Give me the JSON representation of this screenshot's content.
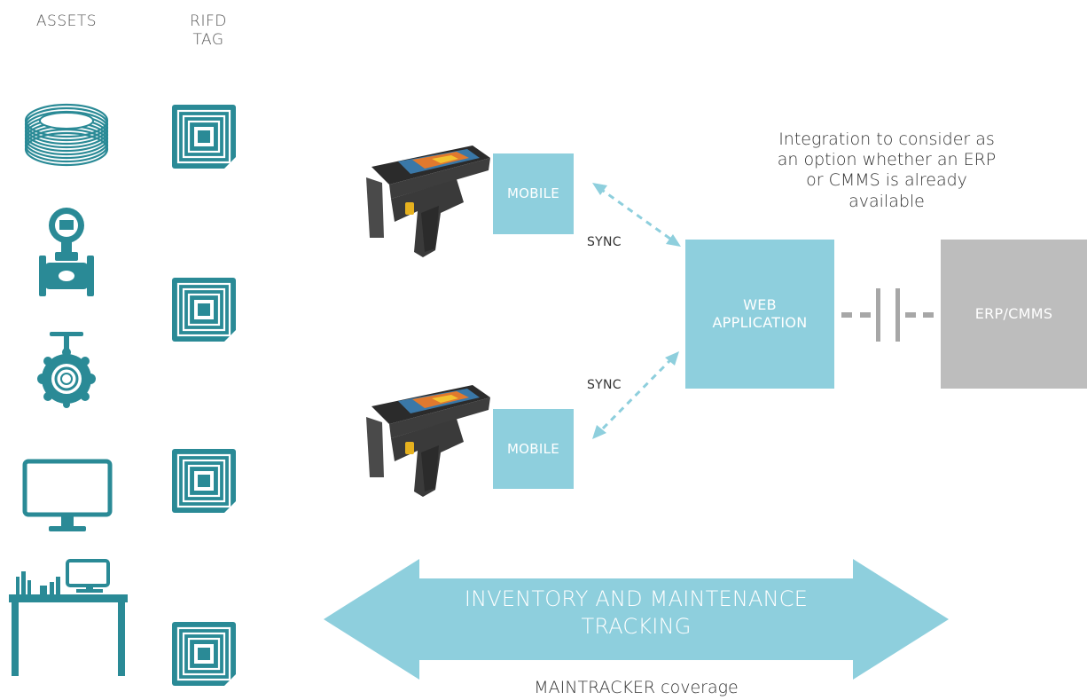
{
  "headers": {
    "assets": "ASSETS",
    "rfid_tag": "RIFD\nTAG"
  },
  "asset_icons": [
    "cable-coil-icon",
    "flowmeter-icon",
    "valve-icon",
    "monitor-icon",
    "workbench-icon"
  ],
  "tag_icon": "rfid-tag-icon",
  "devices": {
    "reader_icon": "handheld-rfid-reader-icon",
    "mobile_top": "MOBILE",
    "mobile_bottom": "MOBILE"
  },
  "sync": {
    "top": "SYNC",
    "bottom": "SYNC"
  },
  "web_app": "WEB\nAPPLICATION",
  "erp": "ERP/CMMS",
  "integration_note": "Integration to consider as\nan option whether an ERP\nor CMMS is already\navailable",
  "coverage_arrow": "INVENTORY AND MAINTENANCE\nTRACKING",
  "coverage_caption": "MAINTRACKER coverage",
  "colors": {
    "teal": "#2a8a96",
    "light_blue": "#8ecfdd",
    "arrow_blue": "#8ecfdd",
    "gray": "#bdbdbd",
    "connector_gray": "#a7a7a7",
    "text": "#333333"
  }
}
